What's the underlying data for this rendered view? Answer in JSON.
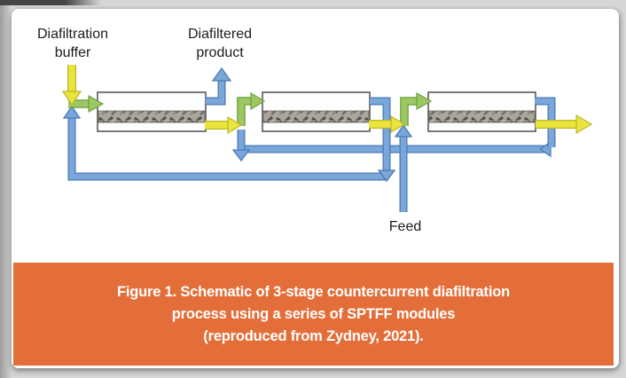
{
  "page": {
    "background_color": "#d6d6d6",
    "card_background": "#ffffff"
  },
  "diagram": {
    "labels": {
      "diafiltration_buffer": "Diafiltration\nbuffer",
      "diafiltered_product": "Diafiltered\nproduct",
      "feed": "Feed"
    },
    "module_count": 3,
    "modules": [
      "sptff-module-1",
      "sptff-module-2",
      "sptff-module-3"
    ],
    "stream_colors": {
      "buffer_and_permeate_yellow": "#eae43c",
      "retentate_recycle_and_feed_blue": "#7aa6d9",
      "stage_inlet_mixed_green": "#9cc763"
    }
  },
  "caption": {
    "background_color": "#e46e39",
    "text_color": "#ffffff",
    "lines": [
      "Figure 1. Schematic of 3-stage countercurrent diafiltration",
      "process using a series of SPTFF modules",
      "(reproduced from Zydney, 2021)."
    ]
  }
}
